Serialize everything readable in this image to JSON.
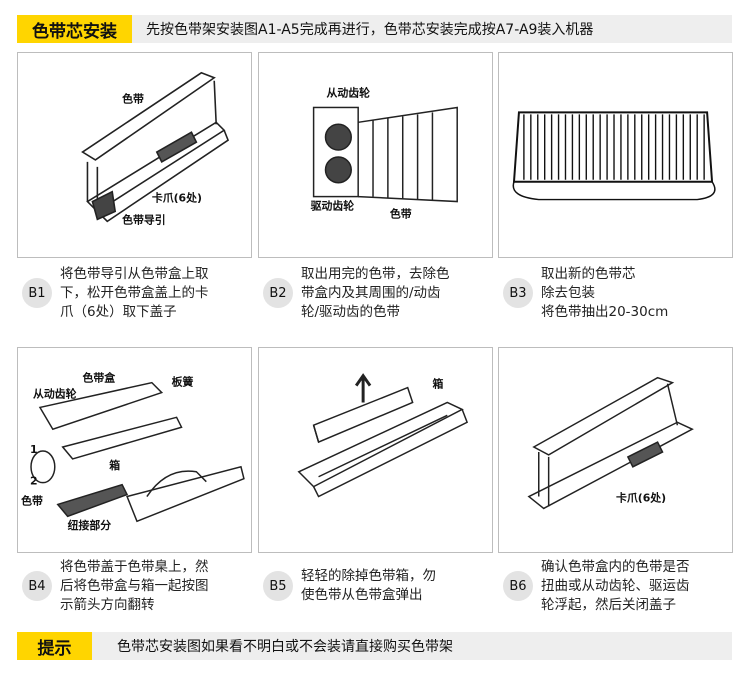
{
  "header": {
    "tag": "色带芯安装",
    "text": "先按色带架安装图A1-A5完成再进行，色带芯安装完成按A7-A9装入机器"
  },
  "panels": [
    {
      "badge": "B1",
      "text": "将色带导引从色带盒上取\n下，松开色带盒盖上的卡\n爪（6处）取下盖子",
      "labels": [
        "色带",
        "卡爪(6处)",
        "色带导引"
      ]
    },
    {
      "badge": "B2",
      "text": "取出用完的色带，去除色\n带盒内及其周围的/动齿\n轮/驱动齿的色带",
      "labels": [
        "从动齿轮",
        "驱动齿轮",
        "色带"
      ]
    },
    {
      "badge": "B3",
      "text": "取出新的色带芯\n除去包装\n将色带抽出20-30cm",
      "labels": []
    },
    {
      "badge": "B4",
      "text": "将色带盖于色带臬上，然\n后将色带盒与箱一起按图\n示箭头方向翻转",
      "labels": [
        "色带盒",
        "板簧",
        "从动齿轮",
        "1",
        "2",
        "箱",
        "色带",
        "纽接部分"
      ]
    },
    {
      "badge": "B5",
      "text": "轻轻的除掉色带箱，勿\n使色带从色带盒弹出",
      "labels": [
        "箱"
      ]
    },
    {
      "badge": "B6",
      "text": "确认色带盒内的色带是否\n扭曲或从动齿轮、驱运齿\n轮浮起，然后关闭盖子",
      "labels": [
        "卡爪(6处)"
      ]
    }
  ],
  "tip": {
    "tag": "提示",
    "text": "色带芯安装图如果看不明白或不会装请直接购买色带架"
  }
}
